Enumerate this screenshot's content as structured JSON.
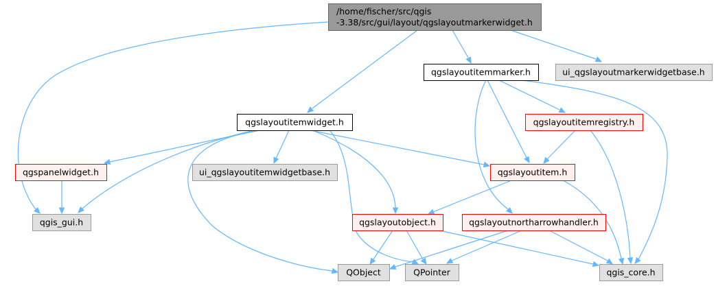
{
  "colors": {
    "edge": "#63b8ff",
    "root_fill": "#999999",
    "root_border": "#666666",
    "plain_fill": "#ffffff",
    "plain_border": "#000000",
    "red_fill": "#fff0f0",
    "red_border": "#ff0000",
    "gray_fill": "#e0e0e0",
    "gray_border": "#999999"
  },
  "nodes": [
    {
      "id": "root",
      "kind": "root",
      "lines": [
        "/home/fischer/src/qgis",
        "-3.38/src/gui/layout/qgslayoutmarkerwidget.h"
      ]
    },
    {
      "id": "itemmarker",
      "kind": "plain",
      "lines": [
        "qgslayoutitemmarker.h"
      ]
    },
    {
      "id": "uimarkerbase",
      "kind": "gray",
      "lines": [
        "ui_qgslayoutmarkerwidgetbase.h"
      ]
    },
    {
      "id": "itemwidget",
      "kind": "plain",
      "lines": [
        "qgslayoutitemwidget.h"
      ]
    },
    {
      "id": "itemregistry",
      "kind": "red",
      "lines": [
        "qgslayoutitemregistry.h"
      ]
    },
    {
      "id": "panelwidget",
      "kind": "red",
      "lines": [
        "qgspanelwidget.h"
      ]
    },
    {
      "id": "uiitemwidgetbase",
      "kind": "gray",
      "lines": [
        "ui_qgslayoutitemwidgetbase.h"
      ]
    },
    {
      "id": "layoutitem",
      "kind": "red",
      "lines": [
        "qgslayoutitem.h"
      ]
    },
    {
      "id": "gisgui",
      "kind": "gray",
      "lines": [
        "qgis_gui.h"
      ]
    },
    {
      "id": "layoutobject",
      "kind": "red",
      "lines": [
        "qgslayoutobject.h"
      ]
    },
    {
      "id": "northarrow",
      "kind": "red",
      "lines": [
        "qgslayoutnortharrowhandler.h"
      ]
    },
    {
      "id": "qobject",
      "kind": "gray",
      "lines": [
        "QObject"
      ]
    },
    {
      "id": "qpointer",
      "kind": "gray",
      "lines": [
        "QPointer"
      ]
    },
    {
      "id": "giscore",
      "kind": "gray",
      "lines": [
        "qgis_core.h"
      ]
    }
  ],
  "edges": [
    {
      "from": "root",
      "to": "itemmarker"
    },
    {
      "from": "root",
      "to": "uimarkerbase"
    },
    {
      "from": "root",
      "to": "itemwidget"
    },
    {
      "from": "root",
      "to": "gisgui"
    },
    {
      "from": "itemmarker",
      "to": "itemregistry"
    },
    {
      "from": "itemmarker",
      "to": "layoutitem"
    },
    {
      "from": "itemmarker",
      "to": "northarrow"
    },
    {
      "from": "itemmarker",
      "to": "giscore"
    },
    {
      "from": "itemwidget",
      "to": "panelwidget"
    },
    {
      "from": "itemwidget",
      "to": "uiitemwidgetbase"
    },
    {
      "from": "itemwidget",
      "to": "layoutitem"
    },
    {
      "from": "itemwidget",
      "to": "gisgui"
    },
    {
      "from": "itemwidget",
      "to": "layoutobject"
    },
    {
      "from": "itemwidget",
      "to": "qobject"
    },
    {
      "from": "itemwidget",
      "to": "qpointer"
    },
    {
      "from": "itemregistry",
      "to": "layoutitem"
    },
    {
      "from": "itemregistry",
      "to": "giscore"
    },
    {
      "from": "panelwidget",
      "to": "gisgui"
    },
    {
      "from": "layoutitem",
      "to": "layoutobject"
    },
    {
      "from": "layoutitem",
      "to": "giscore"
    },
    {
      "from": "layoutobject",
      "to": "qobject"
    },
    {
      "from": "layoutobject",
      "to": "qpointer"
    },
    {
      "from": "layoutobject",
      "to": "giscore"
    },
    {
      "from": "northarrow",
      "to": "qobject"
    },
    {
      "from": "northarrow",
      "to": "qpointer"
    },
    {
      "from": "northarrow",
      "to": "giscore"
    }
  ]
}
